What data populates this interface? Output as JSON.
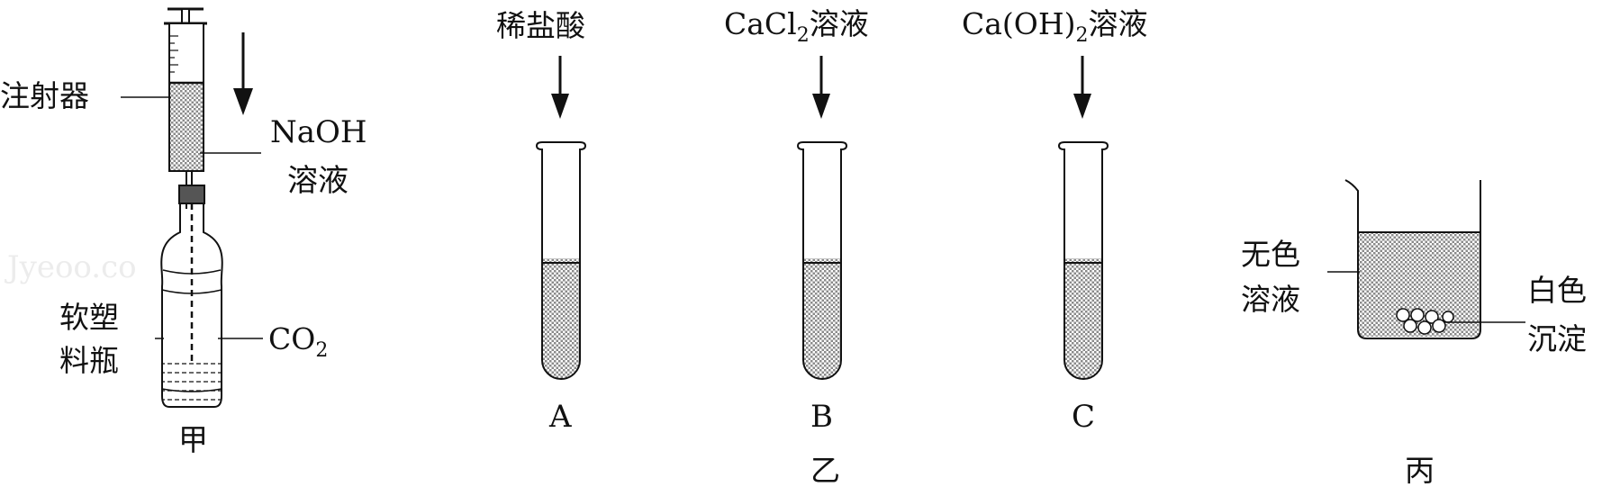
{
  "figure_jia": {
    "syringe_label": "注射器",
    "naoh_label_line1": "NaOH",
    "naoh_label_line2": "溶液",
    "bottle_label_line1": "软塑",
    "bottle_label_line2": "料瓶",
    "gas_label_main": "CO",
    "gas_label_sub": "2",
    "caption": "甲"
  },
  "figure_yi": {
    "caption": "乙",
    "tubes": [
      {
        "reagent": "稀盐酸",
        "reagent_main": "",
        "reagent_sub": "",
        "reagent_tail": "",
        "letter": "A"
      },
      {
        "reagent": "",
        "reagent_main": "CaCl",
        "reagent_sub": "2",
        "reagent_tail": "溶液",
        "letter": "B"
      },
      {
        "reagent": "",
        "reagent_main": "Ca(OH)",
        "reagent_sub": "2",
        "reagent_tail": "溶液",
        "letter": "C"
      }
    ]
  },
  "figure_bing": {
    "solution_label_line1": "无色",
    "solution_label_line2": "溶液",
    "precipitate_label_line1": "白色",
    "precipitate_label_line2": "沉淀",
    "caption": "丙"
  },
  "watermark": "Jyeoo.co",
  "colors": {
    "line": "#111111",
    "liquid_dot": "#8a8a8a",
    "stopper": "#555555",
    "watermark": "#ececec"
  }
}
